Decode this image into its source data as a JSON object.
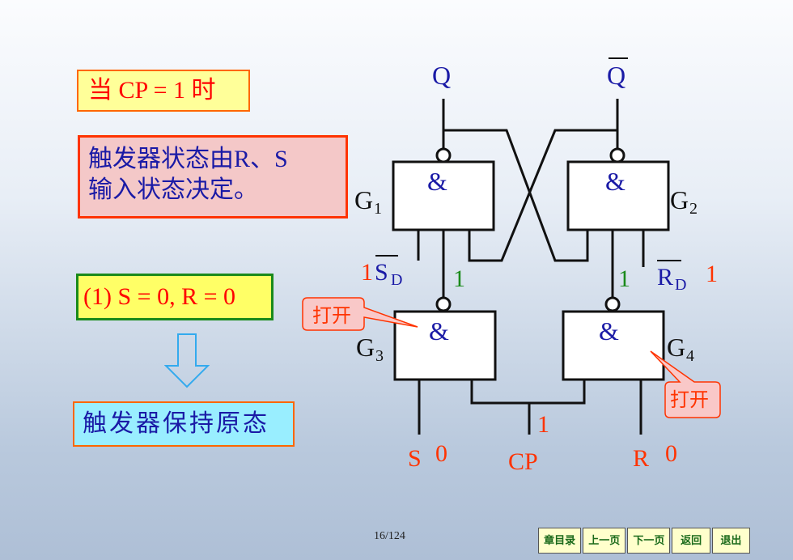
{
  "slide": {
    "condition": "当 CP = 1 时",
    "description_line1": "触发器状态由R、S",
    "description_line2": "输入状态决定。",
    "case": "(1) S = 0, R = 0",
    "result": "触发器保持原态",
    "page": "16/124"
  },
  "circuit": {
    "and_symbol": "&",
    "q": "Q",
    "qbar": "Q",
    "g1": "G",
    "g1_sub": "1",
    "g2": "G",
    "g2_sub": "2",
    "g3": "G",
    "g3_sub": "3",
    "g4": "G",
    "g4_sub": "4",
    "sd_val": "1",
    "sd": "S",
    "sd_sub": "D",
    "rd": "R",
    "rd_sub": "D",
    "rd_val": "1",
    "link_left_val": "1",
    "link_right_val": "1",
    "callout_left": "打开",
    "callout_right": "打开",
    "s_label": "S",
    "s_val": "0",
    "cp_label": "CP",
    "cp_val": "1",
    "r_label": "R",
    "r_val": "0"
  },
  "nav": {
    "chapter": "章目录",
    "prev": "上一页",
    "next": "下一页",
    "back": "返回",
    "exit": "退出"
  },
  "colors": {
    "blue_text": "#1a1aa6",
    "red_text": "#ff3300",
    "green_text": "#1a8a1a"
  }
}
